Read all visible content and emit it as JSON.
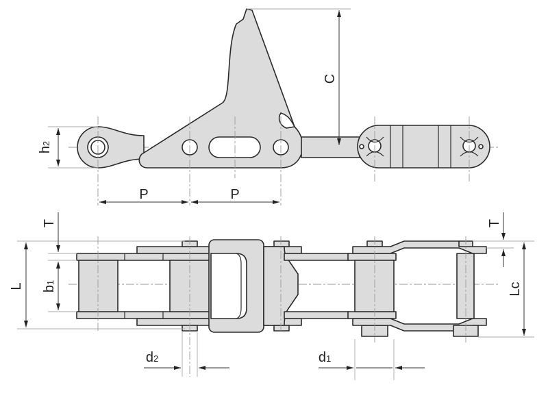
{
  "title": "Chain attachment drawing with dimensions",
  "colors": {
    "part_fill": "#dcdcdc",
    "outline": "#2a2a2a"
  },
  "labels": {
    "C": "C",
    "h2": {
      "base": "h",
      "sub": "2"
    },
    "P_left": "P",
    "P_right": "P",
    "T_left": "T",
    "L": "L",
    "b1": {
      "base": "b",
      "sub": "1"
    },
    "T_right": "T",
    "Lc": "Lc",
    "d2": {
      "base": "d",
      "sub": "2"
    },
    "d1": {
      "base": "d",
      "sub": "1"
    }
  }
}
